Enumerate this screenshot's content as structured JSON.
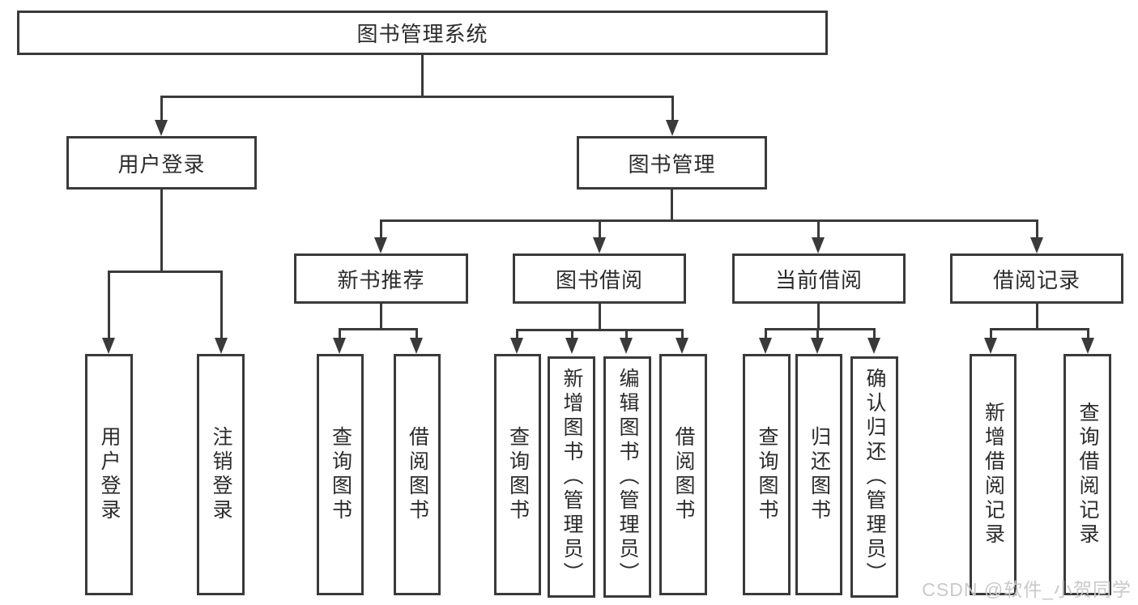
{
  "colors": {
    "line": "#3a3a3a",
    "text": "#2b2b2b",
    "background": "#ffffff",
    "watermark": "#c9c9c9"
  },
  "watermark": "CSDN @软件_小贺同学",
  "tree": {
    "root": {
      "label": "图书管理系统",
      "children": [
        {
          "label": "用户登录",
          "children": [
            {
              "label": "用户登录"
            },
            {
              "label": "注销登录"
            }
          ]
        },
        {
          "label": "图书管理",
          "children": [
            {
              "label": "新书推荐",
              "children": [
                {
                  "label": "查询图书"
                },
                {
                  "label": "借阅图书"
                }
              ]
            },
            {
              "label": "图书借阅",
              "children": [
                {
                  "label": "查询图书"
                },
                {
                  "label": "新增图书（管理员）"
                },
                {
                  "label": "编辑图书（管理员）"
                },
                {
                  "label": "借阅图书"
                }
              ]
            },
            {
              "label": "当前借阅",
              "children": [
                {
                  "label": "查询图书"
                },
                {
                  "label": "归还图书"
                },
                {
                  "label": "确认归还（管理员）"
                }
              ]
            },
            {
              "label": "借阅记录",
              "children": [
                {
                  "label": "新增借阅记录"
                },
                {
                  "label": "查询借阅记录"
                }
              ]
            }
          ]
        }
      ]
    }
  }
}
